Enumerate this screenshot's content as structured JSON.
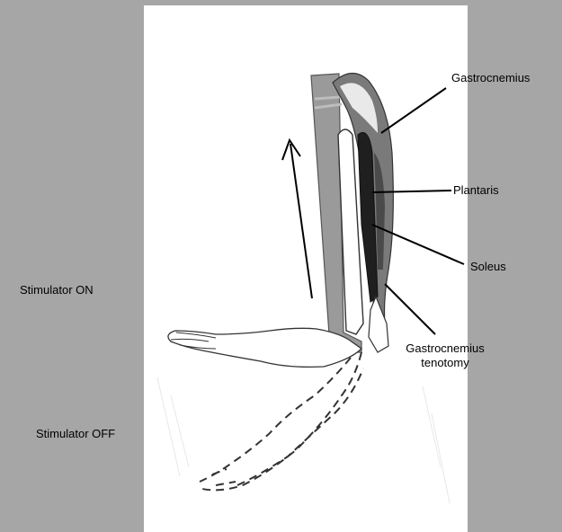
{
  "labels": {
    "gastrocnemius": "Gastrocnemius",
    "plantaris": "Plantaris",
    "soleus": "Soleus",
    "tenotomy_line1": "Gastrocnemius",
    "tenotomy_line2": "tenotomy",
    "stimulator_on": "Stimulator  ON",
    "stimulator_off": "Stimulator  OFF"
  },
  "colors": {
    "background": "#a6a6a6",
    "panel": "#ffffff",
    "bone": "#9a9a9a",
    "muscle_dark": "#2a2a2a",
    "muscle_mid": "#6e6e6e",
    "ink": "#000000"
  }
}
